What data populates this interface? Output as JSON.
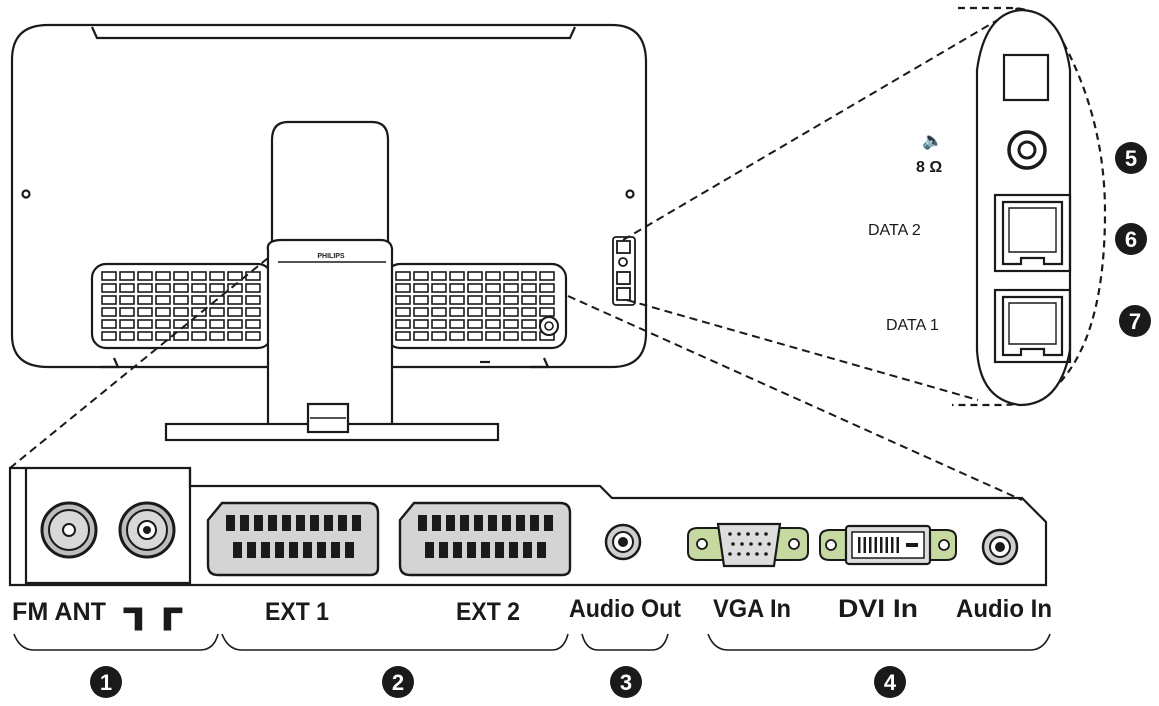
{
  "tv": {
    "brand": "PHILIPS"
  },
  "side_panel": {
    "speaker_symbol": "🔈",
    "speaker_impedance": "8 Ω",
    "data2": "DATA 2",
    "data1": "DATA 1",
    "num5": "5",
    "num6": "6",
    "num7": "7"
  },
  "bottom_panel": {
    "fm_ant": "FM ANT",
    "antenna_symbol": "┓┏",
    "ext1": "EXT 1",
    "ext2": "EXT 2",
    "audio_out": "Audio Out",
    "vga_in": "VGA In",
    "dvi_in": "DVI In",
    "audio_in": "Audio In",
    "num1": "1",
    "num2": "2",
    "num3": "3",
    "num4": "4"
  },
  "colors": {
    "line": "#1a1a1a",
    "connector_fill": "#d4d4d4",
    "vga_body": "#c6d9a0",
    "badge": "#1a1a1a"
  }
}
